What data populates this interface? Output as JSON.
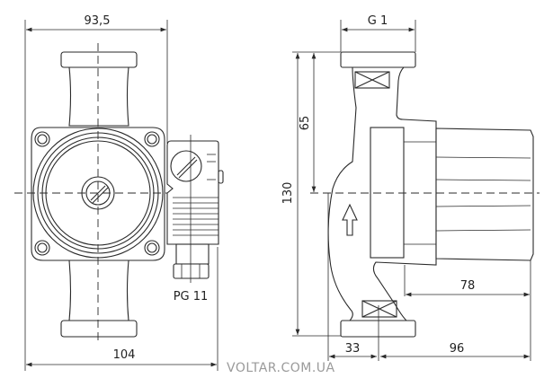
{
  "front_view": {
    "dim_width_top": "93,5",
    "dim_width_bottom": "104",
    "cable_gland_label": "PG 11"
  },
  "side_view": {
    "dim_thread": "G 1",
    "dim_height_total": "130",
    "dim_height_half": "65",
    "dim_motor_length": "78",
    "dim_inlet_offset": "33",
    "dim_depth": "96"
  },
  "watermark": "VOLTAR.COM.UA"
}
